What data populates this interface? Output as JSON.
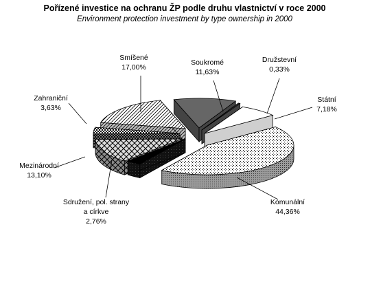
{
  "chart_data": {
    "type": "pie",
    "title": "Pořízené investice na ochranu ŽP podle druhu vlastnictví v roce 2000",
    "subtitle": "Environment protection investment by type ownership in 2000",
    "slices": [
      {
        "label": "Komunální",
        "value_label": "44,36%",
        "value": 44.36
      },
      {
        "label": "Sdružení, pol. strany a církve",
        "label_lines": [
          "Sdružení, pol. strany",
          "a církve"
        ],
        "value_label": "2,76%",
        "value": 2.76
      },
      {
        "label": "Mezinárodní",
        "value_label": "13,10%",
        "value": 13.1
      },
      {
        "label": "Zahraniční",
        "value_label": "3,63%",
        "value": 3.63
      },
      {
        "label": "Smíšené",
        "value_label": "17,00%",
        "value": 17.0
      },
      {
        "label": "Soukromé",
        "value_label": "11,63%",
        "value": 11.63
      },
      {
        "label": "Družstevní",
        "value_label": "0,33%",
        "value": 0.33
      },
      {
        "label": "Státní",
        "value_label": "7,18%",
        "value": 7.18
      }
    ]
  }
}
